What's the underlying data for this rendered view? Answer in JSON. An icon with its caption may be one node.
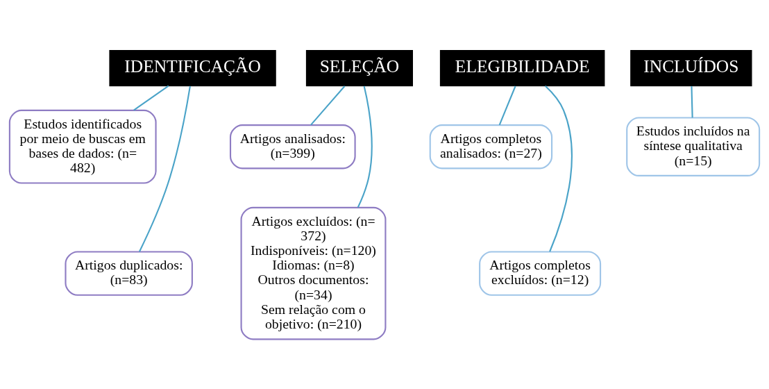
{
  "diagram": {
    "nodes": [
      {
        "text": [
          "IDENTIFICAÇÃO"
        ]
      },
      {
        "text": [
          "Estudos identificados por meio de buscas em bases de dados: (n= 482)"
        ]
      },
      {
        "text": [
          "Artigos duplicados: (n=83)"
        ]
      },
      {
        "text": [
          "SELEÇÃO"
        ]
      },
      {
        "text": [
          "Artigos analisados: (n=399)"
        ]
      },
      {
        "text": [
          "Artigos excluídos: (n= 372)",
          "Indisponíveis: (n=120)",
          "Idiomas: (n=8)",
          "Outros documentos: (n=34)",
          "Sem relação com o objetivo: (n=210)"
        ]
      },
      {
        "text": [
          "ELEGIBILIDADE"
        ]
      },
      {
        "text": [
          "Artigos completos analisados: (n=27)"
        ]
      },
      {
        "text": [
          "Artigos completos excluídos: (n=12)"
        ]
      },
      {
        "text": [
          "INCLUÍDOS"
        ]
      },
      {
        "text": [
          "Estudos incluídos na síntese qualitativa (n=15)"
        ]
      }
    ],
    "edges": [
      {
        "from": 0,
        "to": 1,
        "arrow": "none"
      },
      {
        "from": 0,
        "to": 2,
        "arrow": "none"
      },
      {
        "from": 3,
        "to": 4,
        "arrow": "none"
      },
      {
        "from": 3,
        "to": 5,
        "arrow": "none"
      },
      {
        "from": 6,
        "to": 7,
        "arrow": "none"
      },
      {
        "from": 6,
        "to": 8,
        "arrow": "none"
      },
      {
        "from": 9,
        "to": 10,
        "arrow": "none"
      }
    ]
  }
}
